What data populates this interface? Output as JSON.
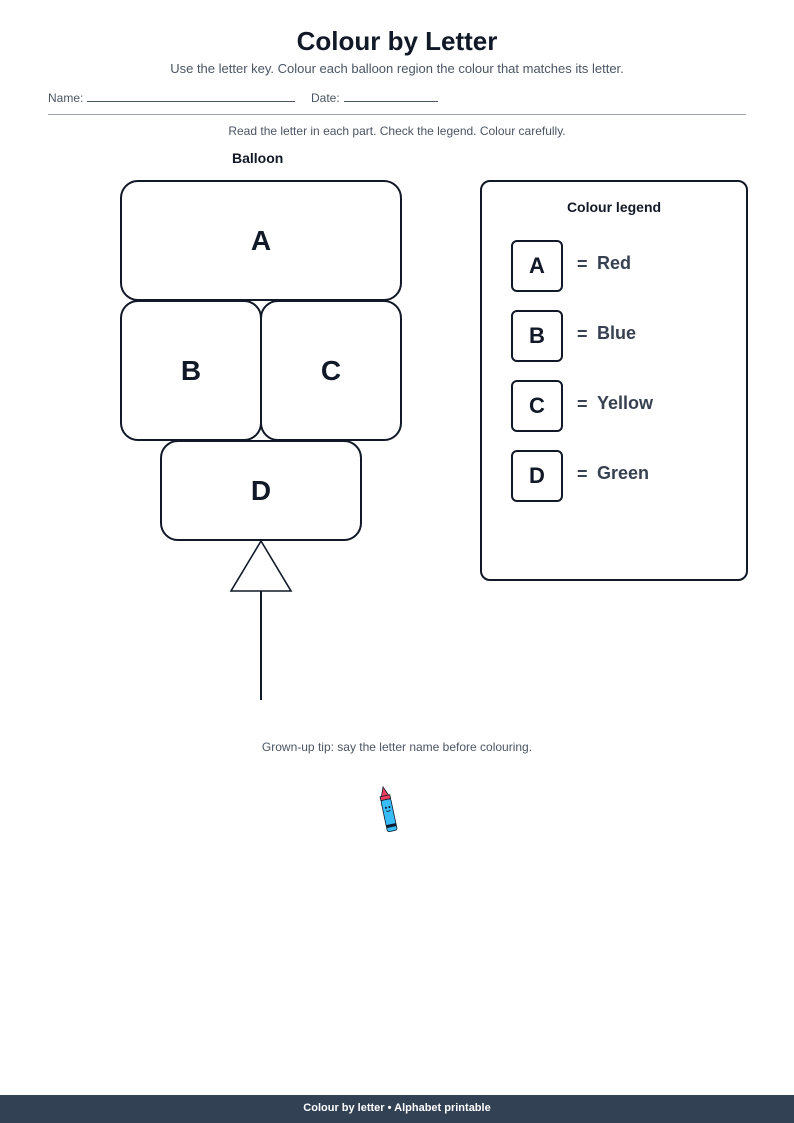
{
  "header": {
    "title": "Colour by Letter",
    "subtitle": "Use the letter key. Colour each balloon region the colour that matches its letter."
  },
  "fields": {
    "name_label": "Name:",
    "date_label": "Date:"
  },
  "instructions": "Read the letter in each part. Check the legend. Colour carefully.",
  "balloon": {
    "title": "Balloon",
    "regions": {
      "a": "A",
      "b": "B",
      "c": "C",
      "d": "D"
    }
  },
  "legend": {
    "title": "Colour legend",
    "items": [
      {
        "letter": "A",
        "equals": "=",
        "colour": "Red"
      },
      {
        "letter": "B",
        "equals": "=",
        "colour": "Blue"
      },
      {
        "letter": "C",
        "equals": "=",
        "colour": "Yellow"
      },
      {
        "letter": "D",
        "equals": "=",
        "colour": "Green"
      }
    ]
  },
  "tip": "Grown-up tip: say the letter name before colouring.",
  "decoration": {
    "icon": "crayon-icon",
    "crayon_body_color": "#38bdf8",
    "crayon_tip_color": "#f43f5e"
  },
  "footer": "Colour by letter • Alphabet printable",
  "colors": {
    "text_dark": "#111827",
    "text_muted": "#4b5563",
    "footer_bg": "#334155"
  }
}
